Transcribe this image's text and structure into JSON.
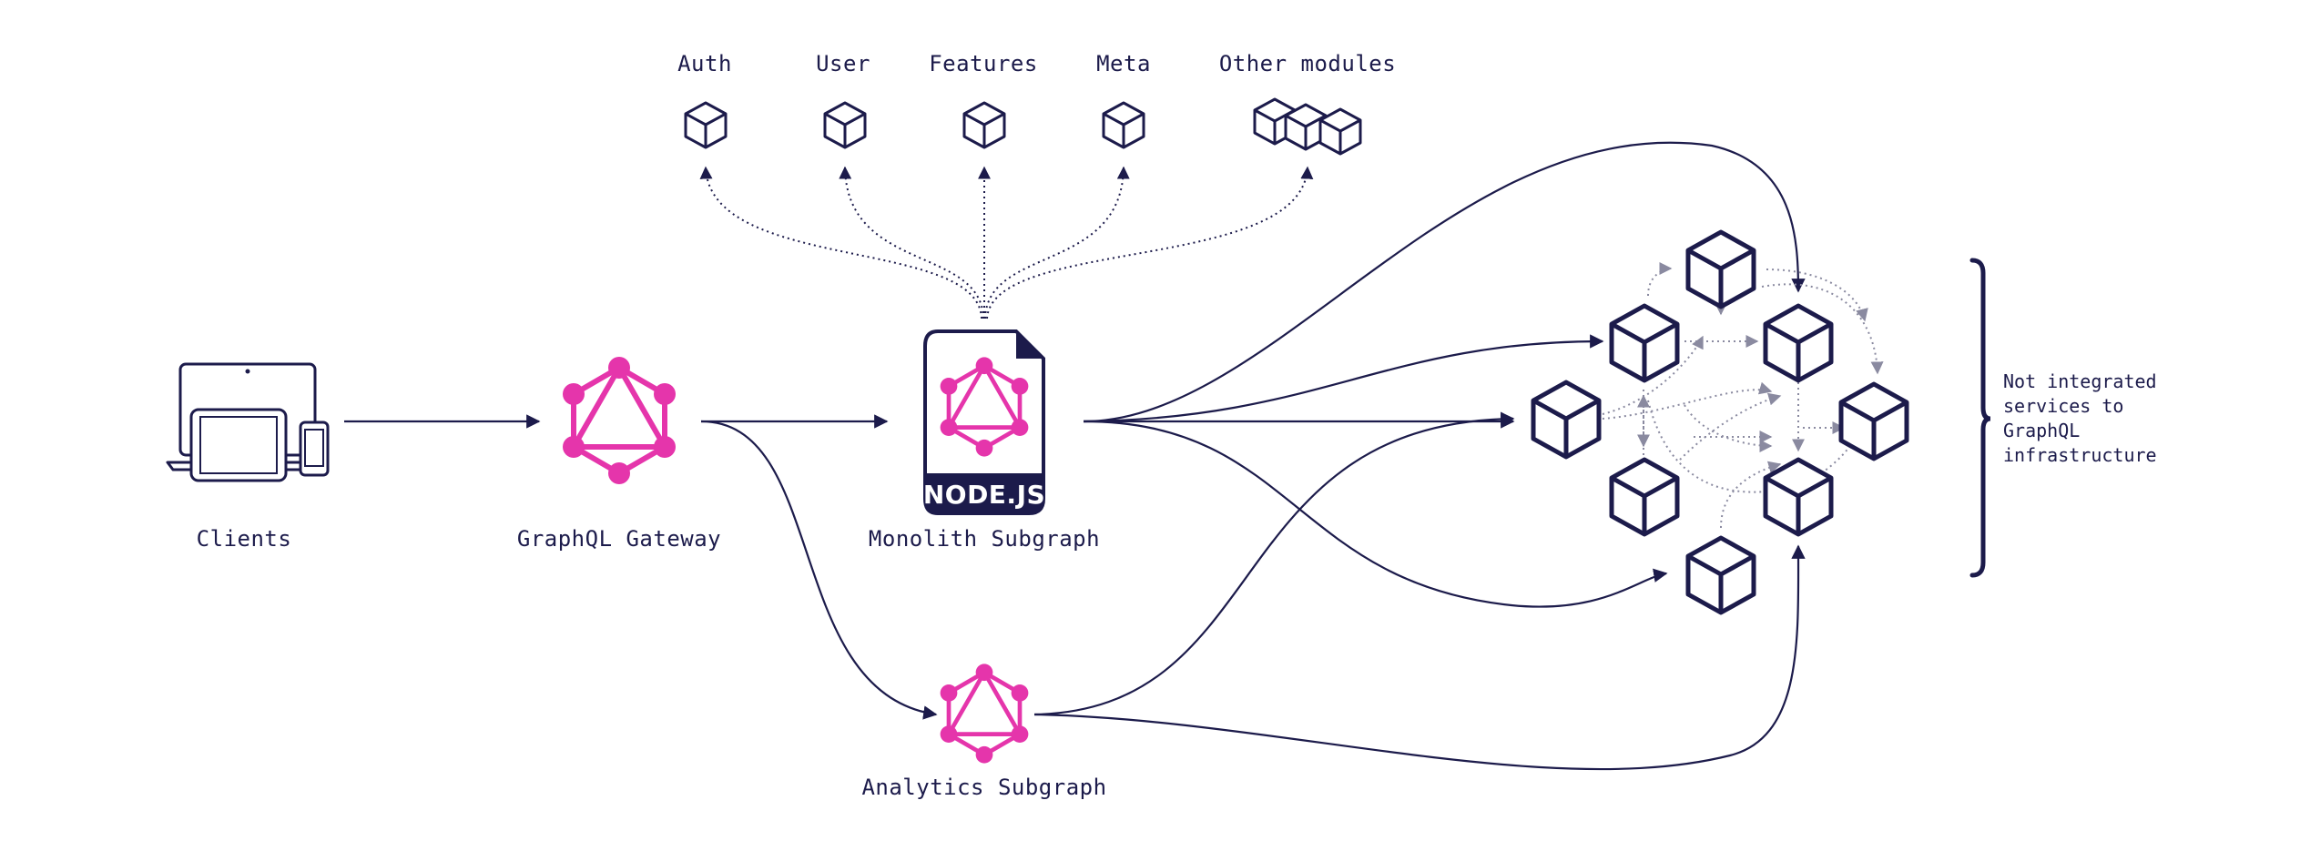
{
  "labels": {
    "clients": "Clients",
    "gateway": "GraphQL Gateway",
    "monolith": "Monolith Subgraph",
    "analytics": "Analytics Subgraph",
    "nodejs": "NODE.JS"
  },
  "modules": [
    "Auth",
    "User",
    "Features",
    "Meta",
    "Other modules"
  ],
  "note": [
    "Not integrated",
    "services to",
    "GraphQL",
    "infrastructure"
  ],
  "colors": {
    "ink": "#1c1b4b",
    "graphql": "#e535ab",
    "grey_arrow": "#8a8aa0"
  },
  "icons": {
    "clients": "devices-icon",
    "gateway": "graphql-logo-icon",
    "module": "cube-icon",
    "document": "nodejs-file-icon"
  }
}
